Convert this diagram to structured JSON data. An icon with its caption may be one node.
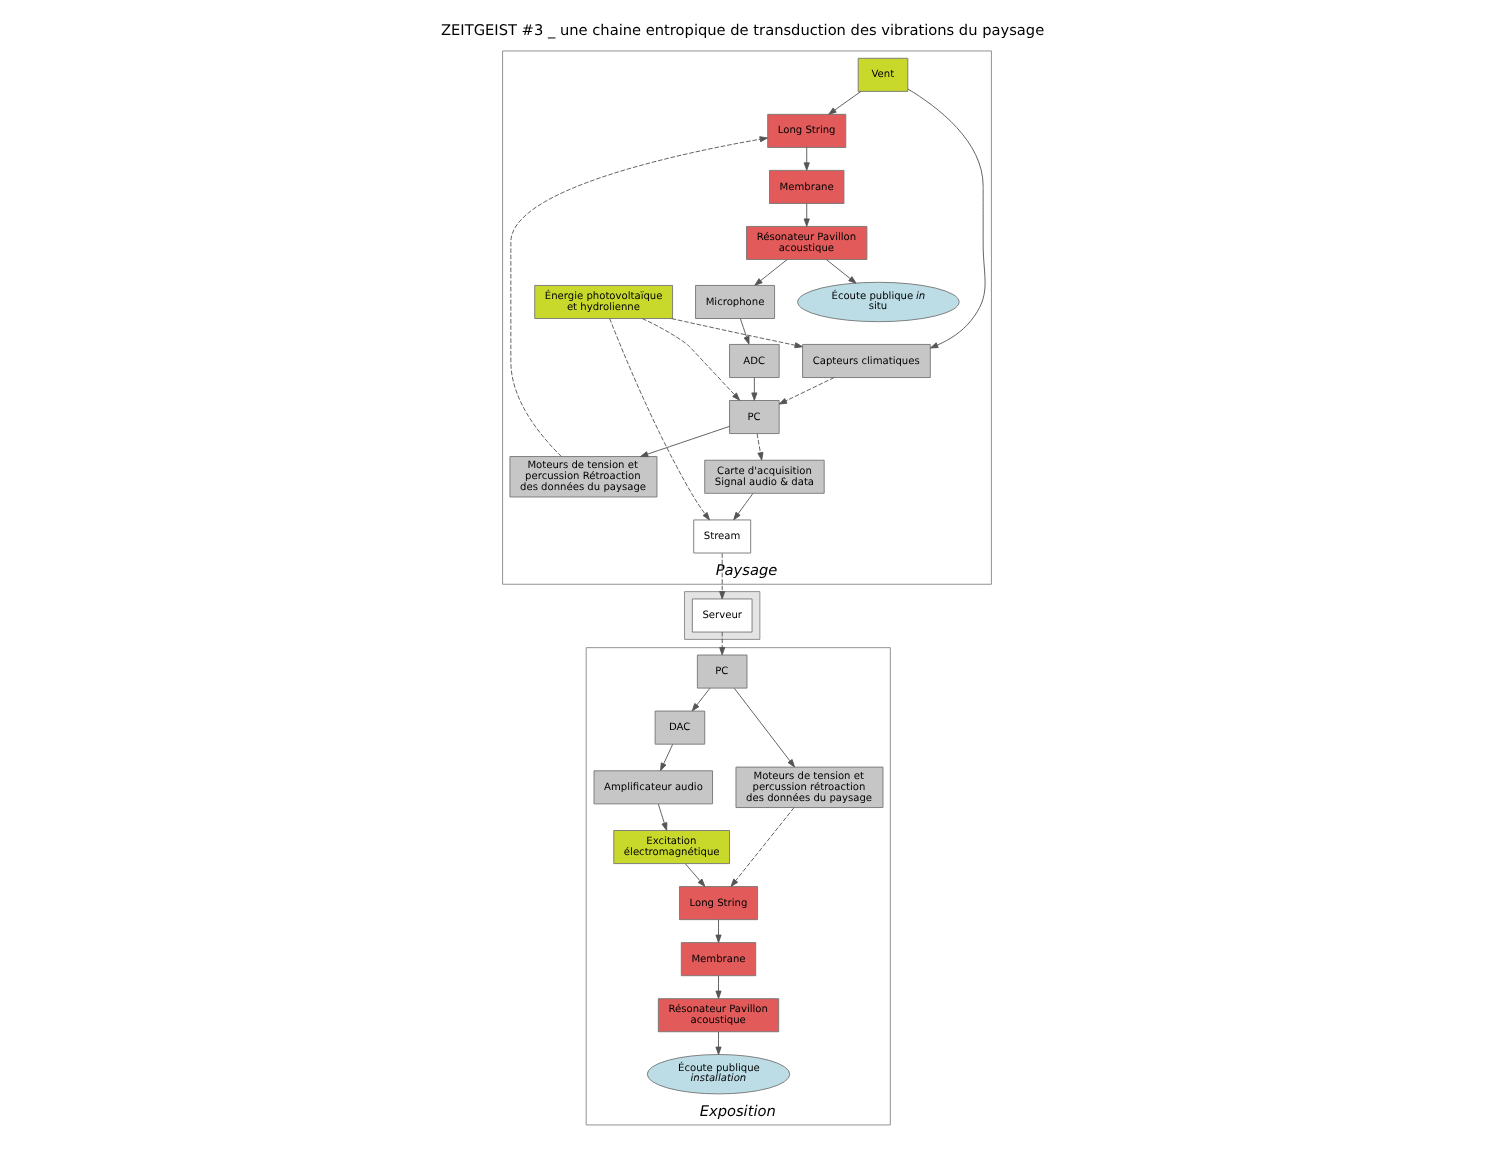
{
  "diagram": {
    "title": "ZEITGEIST #3 _ une chaine entropique de transduction des vibrations du paysage",
    "nodes": [
      {
        "text": [
          "*Paysage*"
        ]
      },
      {
        "text": [
          "Vent"
        ],
        "in": 0
      },
      {
        "text": [
          "Énergie photovoltaïque et hydrolienne"
        ],
        "in": 0
      },
      {
        "text": [
          "Long String"
        ],
        "in": 0
      },
      {
        "text": [
          "Capteurs climatiques"
        ],
        "in": 0
      },
      {
        "text": [
          "Membrane"
        ],
        "in": 0
      },
      {
        "text": [
          "Résonateur Pavillon acoustique"
        ],
        "in": 0
      },
      {
        "text": [
          "Écoute publique *in situ*"
        ],
        "in": 0
      },
      {
        "text": [
          "Microphone"
        ],
        "in": 0
      },
      {
        "text": [
          "ADC"
        ],
        "in": 0
      },
      {
        "text": [
          "PC"
        ],
        "in": 0
      },
      {
        "text": [
          "Moteurs de tension et percussion Rétroaction des données du paysage"
        ],
        "in": 0
      },
      {
        "text": [
          "Carte d'acquisition Signal audio & data"
        ],
        "in": 0
      },
      {
        "text": [
          "Stream"
        ],
        "in": 0
      },
      {
        "text": [],
        "shape": "box"
      },
      {
        "text": [
          "Serveur"
        ],
        "in": 14
      },
      {
        "text": [
          "*Exposition*"
        ]
      },
      {
        "text": [
          "PC"
        ],
        "in": 16
      },
      {
        "text": [
          "DAC"
        ],
        "in": 16
      },
      {
        "text": [
          "Moteurs de tension et percussion rétroaction des données du paysage"
        ],
        "in": 16
      },
      {
        "text": [
          "Amplificateur audio"
        ],
        "in": 16
      },
      {
        "text": [
          "Excitation électromagnétique"
        ],
        "in": 16
      },
      {
        "text": [
          "Long String"
        ],
        "in": 16
      },
      {
        "text": [
          "Membrane"
        ],
        "in": 16
      },
      {
        "text": [
          "Résonateur Pavillon acoustique"
        ],
        "in": 16
      },
      {
        "text": [
          "Écoute publique *installation*"
        ],
        "in": 16
      }
    ],
    "edges": [
      {
        "from": 1,
        "to": 3,
        "arrow": "to"
      },
      {
        "from": 1,
        "to": 4,
        "arrow": "to"
      },
      {
        "from": 2,
        "to": 4,
        "arrow": "to",
        "style": "dashed"
      },
      {
        "from": 2,
        "to": 10,
        "arrow": "to",
        "style": "dashed"
      },
      {
        "from": 2,
        "to": 13,
        "arrow": "to",
        "style": "dashed"
      },
      {
        "from": 3,
        "to": 5,
        "arrow": "to"
      },
      {
        "from": 5,
        "to": 6,
        "arrow": "to"
      },
      {
        "from": 6,
        "to": 7,
        "arrow": "to"
      },
      {
        "from": 6,
        "to": 8,
        "arrow": "to"
      },
      {
        "from": 8,
        "to": 9,
        "arrow": "to"
      },
      {
        "from": 4,
        "to": 10,
        "arrow": "to",
        "style": "dashed"
      },
      {
        "from": 9,
        "to": 10,
        "arrow": "to"
      },
      {
        "from": 10,
        "to": 11,
        "arrow": "to"
      },
      {
        "from": 10,
        "to": 12,
        "arrow": "to",
        "style": "dashed"
      },
      {
        "from": 12,
        "to": 13,
        "arrow": "to"
      },
      {
        "from": 11,
        "to": 3,
        "arrow": "to",
        "style": "dashed"
      },
      {
        "from": 13,
        "to": 15,
        "arrow": "to",
        "style": "dashed"
      },
      {
        "from": 15,
        "to": 17,
        "arrow": "to",
        "style": "dashed"
      },
      {
        "from": 17,
        "to": 18,
        "arrow": "to"
      },
      {
        "from": 17,
        "to": 19,
        "arrow": "to"
      },
      {
        "from": 18,
        "to": 20,
        "arrow": "to"
      },
      {
        "from": 20,
        "to": 21,
        "arrow": "to"
      },
      {
        "from": 21,
        "to": 22,
        "arrow": "to"
      },
      {
        "from": 19,
        "to": 22,
        "arrow": "to",
        "style": "dashed"
      },
      {
        "from": 22,
        "to": 23,
        "arrow": "to"
      },
      {
        "from": 23,
        "to": 24,
        "arrow": "to"
      },
      {
        "from": 24,
        "to": 25,
        "arrow": "to"
      }
    ]
  }
}
